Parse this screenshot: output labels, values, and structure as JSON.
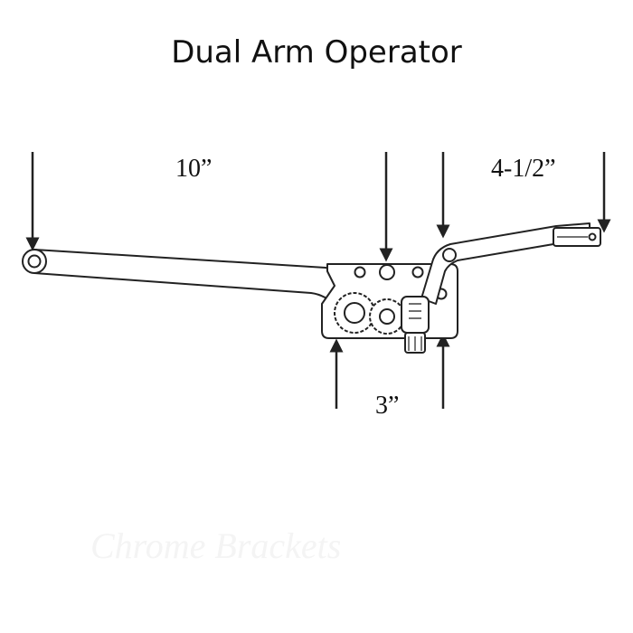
{
  "title": "Dual Arm Operator",
  "dimensions": {
    "long_arm": "10”",
    "short_arm": "4-1/2”",
    "base": "3”"
  },
  "watermark": "Chrome Brackets",
  "colors": {
    "line": "#222222",
    "text": "#111111"
  }
}
